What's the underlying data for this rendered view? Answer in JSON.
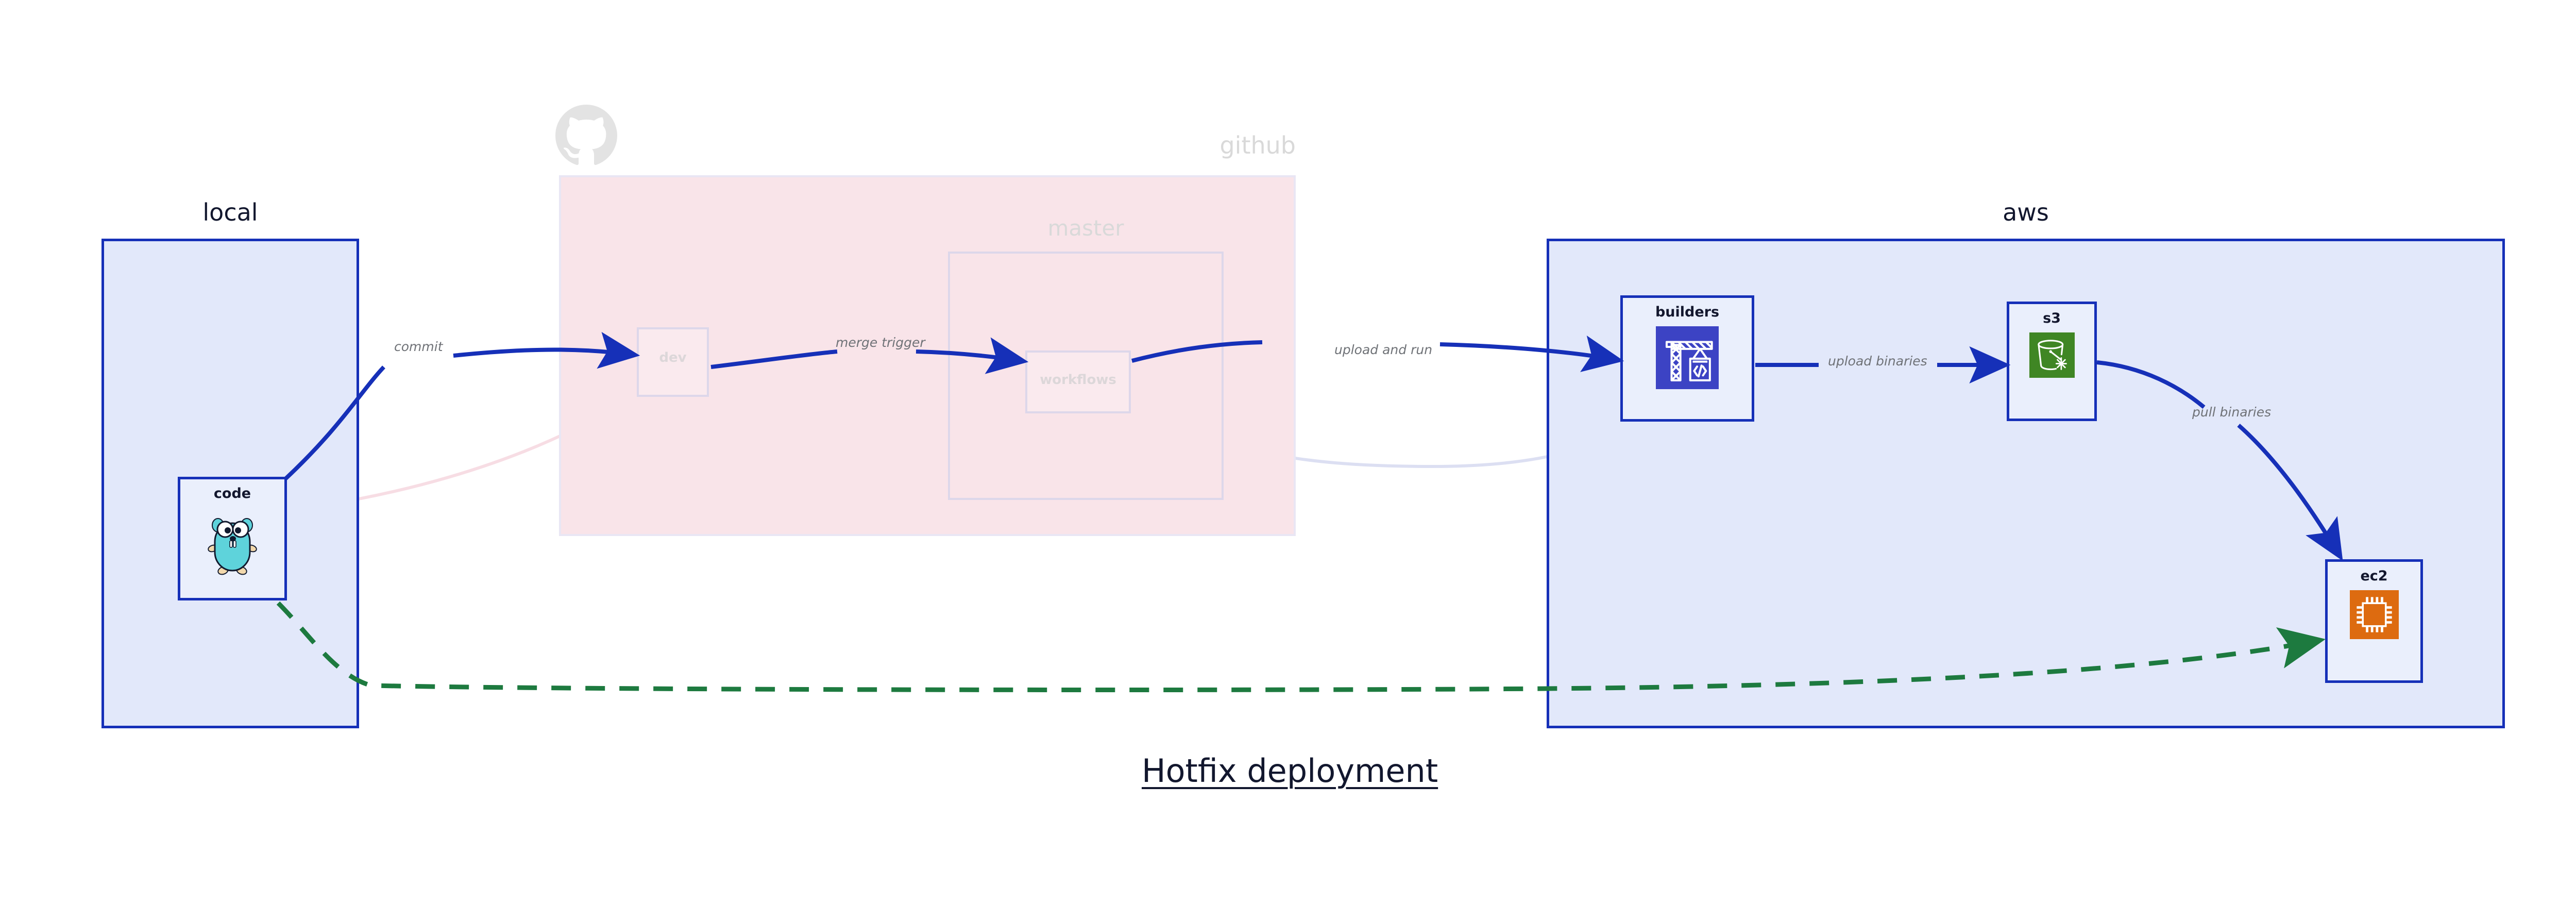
{
  "diagram": {
    "title": "Hotfix deployment",
    "colors": {
      "node_border_blue": "#1630b8",
      "node_fill_blue": "#eaeffc",
      "cluster_fill_blue": "#e2e8fa",
      "cluster_fill_pink": "#f9e4e9",
      "edge_blue": "#1630b8",
      "edge_green": "#1d7a3f",
      "label_gray": "#6f7277",
      "title_navy": "#12172e",
      "builders_icon_bg": "#3c43c4",
      "s3_icon_bg": "#3f8624",
      "ec2_icon_bg": "#dd6b10",
      "gopher_cyan": "#5ed3db"
    }
  },
  "clusters": [
    {
      "id": "local",
      "label": "local",
      "state": "active"
    },
    {
      "id": "github",
      "label": "github",
      "state": "faded"
    },
    {
      "id": "master",
      "label": "master",
      "state": "faded"
    },
    {
      "id": "aws",
      "label": "aws",
      "state": "active"
    }
  ],
  "nodes": [
    {
      "id": "code",
      "label": "code",
      "icon": "golang-gopher-icon",
      "state": "active"
    },
    {
      "id": "dev",
      "label": "dev",
      "icon": "none",
      "state": "faded"
    },
    {
      "id": "workflows",
      "label": "workflows",
      "icon": "none",
      "state": "faded"
    },
    {
      "id": "builders",
      "label": "builders",
      "icon": "aws-codebuild-icon",
      "state": "active"
    },
    {
      "id": "s3",
      "label": "s3",
      "icon": "aws-s3-bucket-icon",
      "state": "active"
    },
    {
      "id": "ec2",
      "label": "ec2",
      "icon": "aws-ec2-chip-icon",
      "state": "active"
    }
  ],
  "edges": [
    {
      "id": "e1",
      "from": "code",
      "to": "dev",
      "label": "commit",
      "style": "solid",
      "state": "active"
    },
    {
      "id": "e2",
      "from": "dev",
      "to": "workflows",
      "label": "merge trigger",
      "style": "solid",
      "state": "active"
    },
    {
      "id": "e3",
      "from": "workflows",
      "to": "builders",
      "label": "upload and run",
      "style": "solid",
      "state": "active"
    },
    {
      "id": "e4",
      "from": "builders",
      "to": "s3",
      "label": "upload binaries",
      "style": "solid",
      "state": "active"
    },
    {
      "id": "e5",
      "from": "s3",
      "to": "ec2",
      "label": "pull binaries",
      "style": "solid",
      "state": "active"
    },
    {
      "id": "e6",
      "from": "code",
      "to": "ec2",
      "label": "",
      "style": "dashed",
      "state": "active"
    },
    {
      "id": "g1",
      "from": "code",
      "to": "dev",
      "label": "",
      "style": "solid",
      "state": "faded"
    },
    {
      "id": "g2",
      "from": "dev",
      "to": "workflows",
      "label": "",
      "style": "solid",
      "state": "faded"
    },
    {
      "id": "g3",
      "from": "workflows",
      "to": "builders",
      "label": "",
      "style": "solid",
      "state": "faded"
    }
  ]
}
